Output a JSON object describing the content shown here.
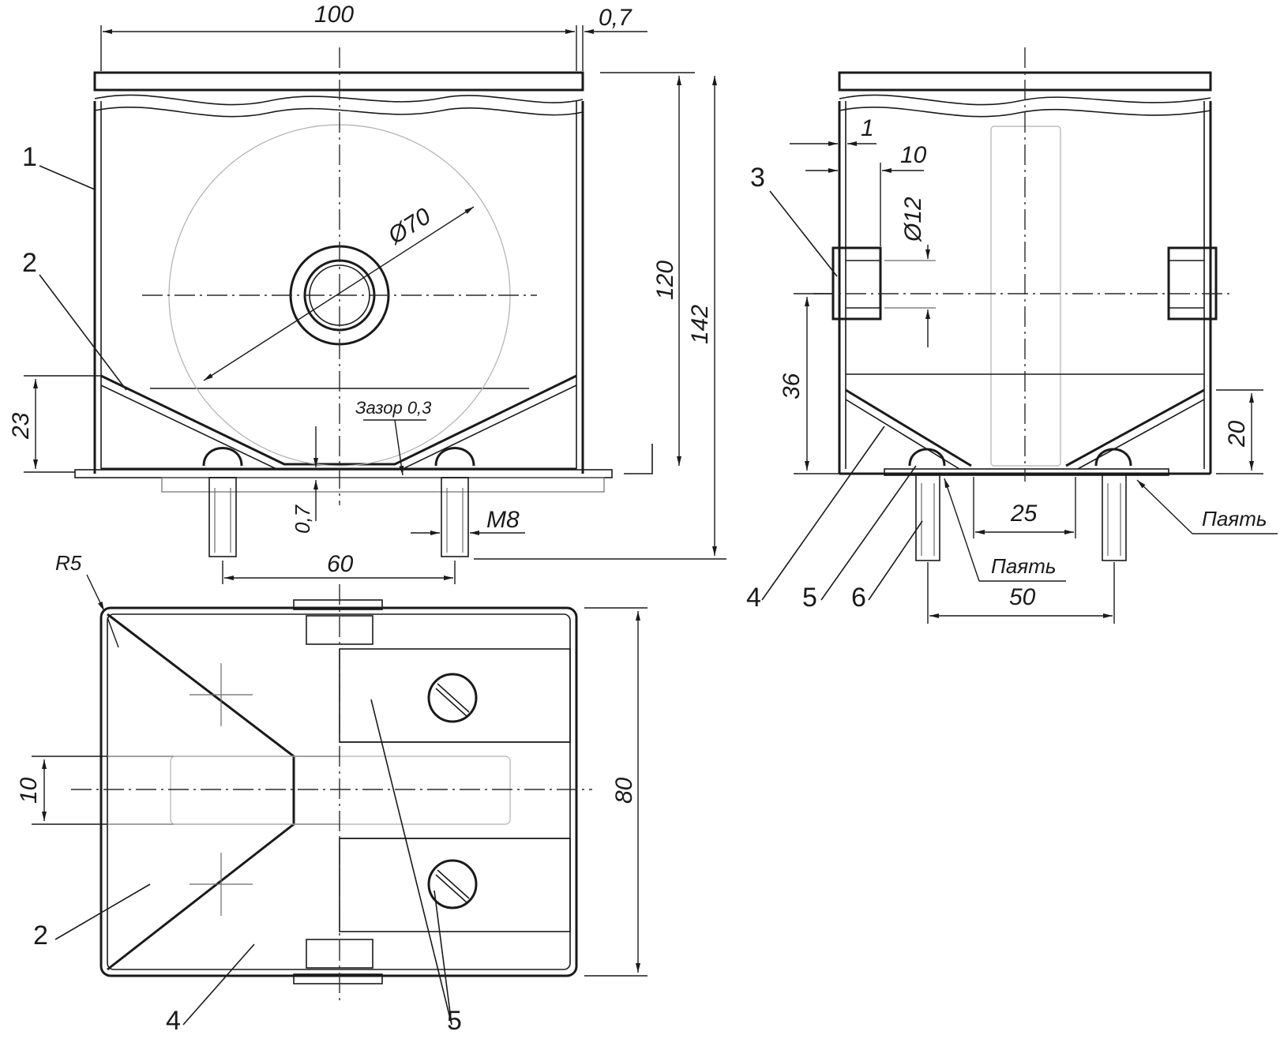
{
  "front_view": {
    "dims": {
      "width": "100",
      "wall": "0,7",
      "height_inner": "120",
      "height_total": "142",
      "cone_height": "23",
      "disc_diameter": "Ø70",
      "bottom_thickness": "0,7",
      "gap": "Зазор 0,3",
      "bolt_spacing": "60",
      "thread": "M8"
    },
    "labels": {
      "part1": "1",
      "part2": "2"
    }
  },
  "side_view": {
    "dims": {
      "wall": "1",
      "boss_depth": "10",
      "hole_diameter": "Ø12",
      "hole_height": "36",
      "cone_height": "20",
      "slot_width": "25",
      "bolt_spacing": "50",
      "solder_left": "Паять",
      "solder_right": "Паять"
    },
    "labels": {
      "part3": "3",
      "part4": "4",
      "part5": "5",
      "part6": "6"
    }
  },
  "top_view": {
    "dims": {
      "radius": "R5",
      "slot": "10",
      "depth": "80"
    },
    "labels": {
      "part2": "2",
      "part4": "4",
      "part5": "5"
    }
  }
}
